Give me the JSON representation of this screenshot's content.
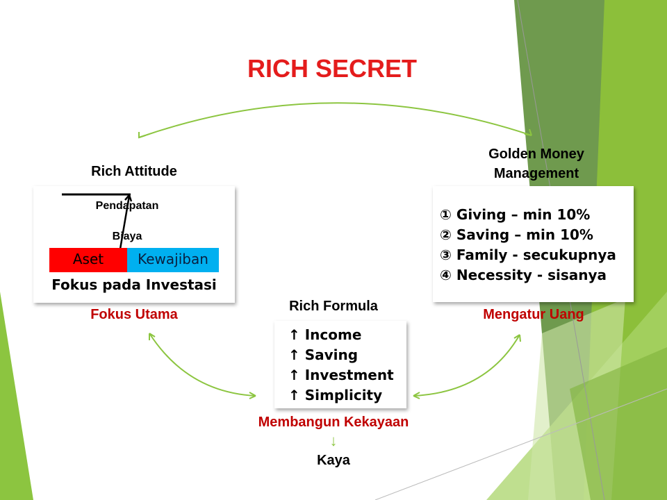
{
  "title": "RICH SECRET",
  "attitude": {
    "heading": "Rich Attitude",
    "income": "Pendapatan",
    "cost": "Biaya",
    "asset": "Aset",
    "liability": "Kewajiban",
    "focus": "Fokus pada Investasi",
    "caption": "Fokus Utama"
  },
  "golden": {
    "heading_line1": "Golden Money",
    "heading_line2": "Management",
    "items": [
      "① Giving – min 10%",
      "② Saving – min 10%",
      "③ Family - secukupnya",
      "④ Necessity - sisanya"
    ],
    "caption": "Mengatur Uang"
  },
  "formula": {
    "heading": "Rich Formula",
    "items": [
      "↑ Income",
      "↑ Saving",
      "↑ Investment",
      "↑ Simplicity"
    ],
    "caption": "Membangun Kekayaan",
    "arrow": "↓",
    "result": "Kaya"
  },
  "colors": {
    "title": "#e41c1c",
    "caption": "#c00000",
    "asset": "#ff0000",
    "liability": "#00b0f0",
    "arrow": "#8cc540"
  }
}
